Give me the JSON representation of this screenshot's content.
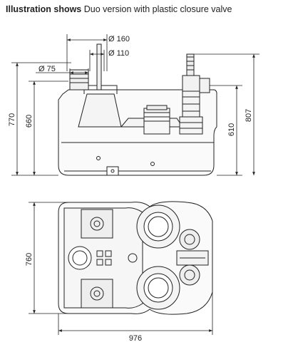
{
  "caption": {
    "bold": "Illustration shows",
    "rest": " Duo version with plastic closure valve"
  },
  "dimensions": {
    "d160": "Ø 160",
    "d110": "Ø 110",
    "d75": "Ø 75",
    "h770": "770",
    "h660": "660",
    "h610": "610",
    "h807": "807",
    "h760": "760",
    "w976": "976"
  }
}
